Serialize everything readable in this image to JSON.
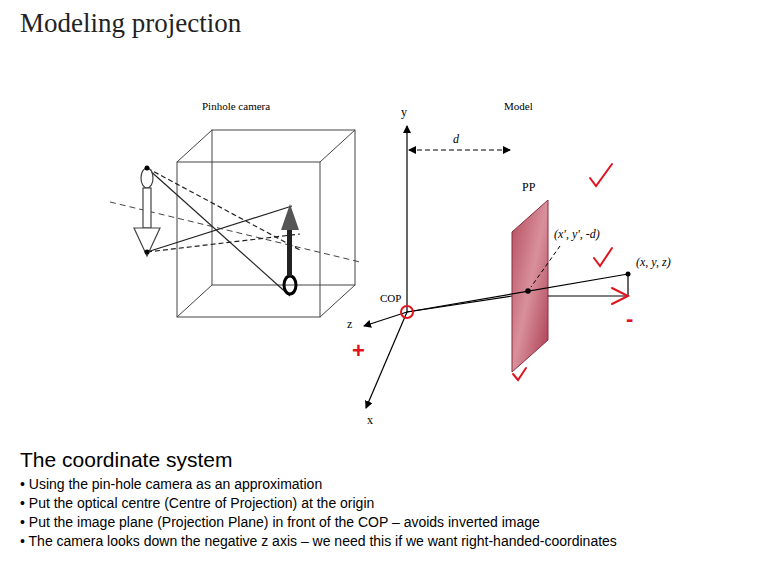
{
  "diagram": {
    "title": "Modeling projection",
    "labels": [
      "Pinhole camera",
      "Model",
      "y",
      "PP",
      "(x', y', -d)",
      "d",
      "(x, y, z)",
      "z",
      "COP",
      "x",
      "+",
      "-",
      "The coordinate system",
      "• Using the pin-hole camera as an approximation",
      "• Put the optical centre (Centre of Projection) at the origin",
      "• Put the image plane (Projection Plane) in front of the COP – avoids inverted image",
      "• The camera looks down the negative z axis – we need this if we want right-handed-coordinates"
    ]
  }
}
